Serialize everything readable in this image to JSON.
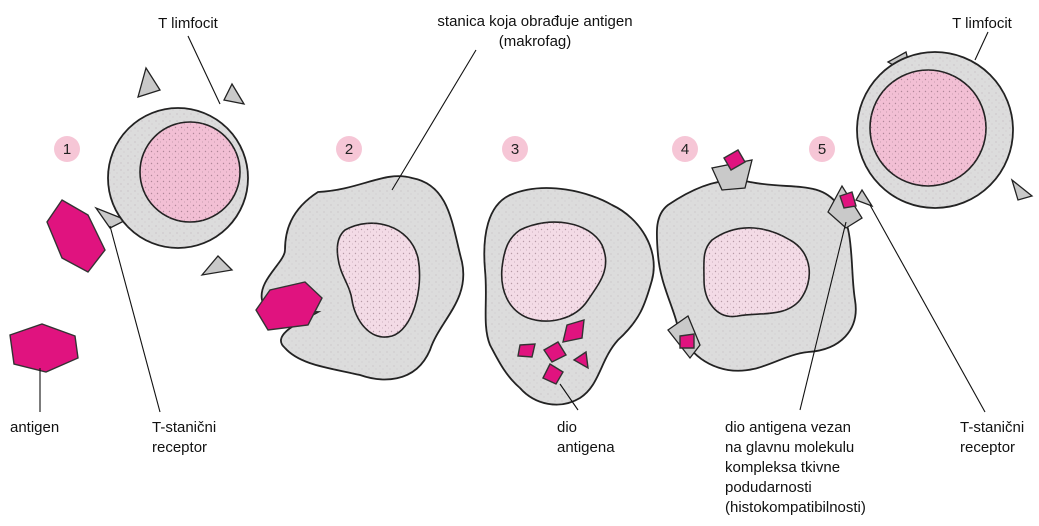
{
  "colors": {
    "antigen": "#e0137f",
    "nucleus_t": "#f2bfd4",
    "nucleus_m": "#f3dbe6",
    "cytoplasm": "#dcdcdc",
    "step_circle": "#f6c6d6"
  },
  "steps": [
    "1",
    "2",
    "3",
    "4",
    "5"
  ],
  "labels": {
    "t_cell_left": "T limfocit",
    "t_cell_right": "T limfocit",
    "apc_line1": "stanica koja obrađuje antigen",
    "apc_line2": "(makrofag)",
    "antigen": "antigen",
    "receptor_left_l1": "T-stanični",
    "receptor_left_l2": "receptor",
    "fragment_l1": "dio",
    "fragment_l2": "antigena",
    "mhc_l1": "dio antigena vezan",
    "mhc_l2": "na glavnu molekulu",
    "mhc_l3": "kompleksa tkivne",
    "mhc_l4": "podudarnosti",
    "mhc_l5": "(histokompatibilnosti)",
    "receptor_right_l1": "T-stanični",
    "receptor_right_l2": "receptor"
  }
}
